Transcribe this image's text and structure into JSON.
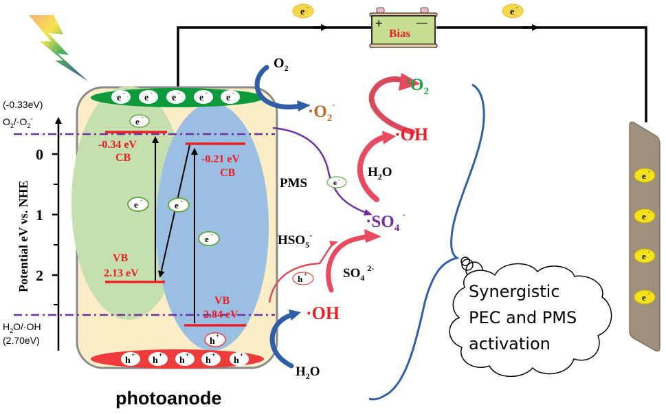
{
  "colors": {
    "red": "#ee1c25",
    "green_text": "#12a64a",
    "purple": "#7030a0",
    "orange": "#c0662a",
    "blue_arrow": "#2f5ea8",
    "pink_arrow": "#e84a5f",
    "photoanode_bg": "#fbeec8",
    "green_band": "#0c9a3a",
    "green_ellipse": "#c5dfae",
    "blue_ellipse": "#9bbfe3",
    "hole_band": "#ee3b3b",
    "cathode": "#9e907c",
    "electron_yellow": "#f5e21a",
    "battery": "#c7df92"
  },
  "axis": {
    "label": "Potential eV vs. NHE",
    "ticks": [
      "0",
      "1",
      "2"
    ],
    "top_ref_value": "(-0.33eV)",
    "top_ref_couple": "O2/·O2-",
    "bottom_ref_couple": "H2O/·OH",
    "bottom_ref_value": "(2.70eV)"
  },
  "semiconductor_left": {
    "cb_value": "-0.34 eV",
    "cb_label": "CB",
    "vb_label": "VB",
    "vb_value": "2.13 eV"
  },
  "semiconductor_right": {
    "cb_value": "-0.21 eV",
    "cb_label": "CB",
    "vb_label": "VB",
    "vb_value": "2.84 eV"
  },
  "carriers": {
    "electron": "e",
    "electron_sup": "-",
    "hole": "h",
    "hole_sup": "+"
  },
  "circuit": {
    "bias_label": "Bias",
    "plus": "+",
    "minus": "—"
  },
  "species": {
    "o2": "O",
    "o2_sub": "2",
    "superoxide_pre": "·O",
    "superoxide_sub": "2",
    "superoxide_sup": "-",
    "singlet_sup": "1",
    "singlet": "O",
    "singlet_sub": "2",
    "oh_top": "·OH",
    "h2o_mid": "H",
    "h2o_mid_sub": "2",
    "h2o_mid_o": "O",
    "pms": "PMS",
    "sulfate_radical": "·SO",
    "sulfate_radical_sub": "4",
    "sulfate_radical_sup": "-",
    "hso5": "HSO",
    "hso5_sub": "5",
    "hso5_sup": "-",
    "so4": "SO",
    "so4_sub": "4",
    "so4_sup": "2-",
    "oh_bottom": "·OH",
    "h2o_bottom": "H",
    "h2o_bottom_sub": "2",
    "h2o_bottom_o": "O"
  },
  "cloud": {
    "line1": "Synergistic",
    "line2": "PEC and PMS",
    "line3": "activation"
  },
  "caption": "photoanode"
}
